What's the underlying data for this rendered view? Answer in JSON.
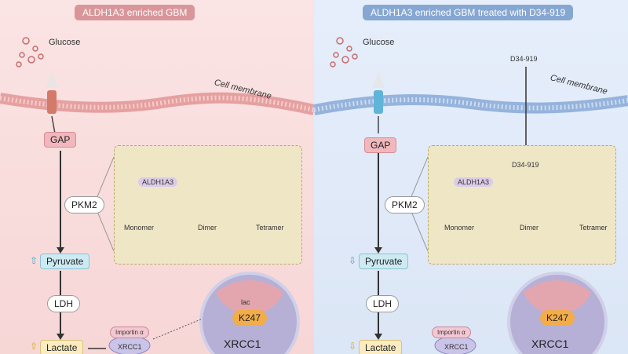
{
  "left": {
    "title": "ALDH1A3 enriched GBM",
    "glucose": "Glucose",
    "membrane": "Cell membrane",
    "gap": "GAP",
    "pkm2": "PKM2",
    "aldh1a3": "ALDH1A3",
    "monomer": "Monomer",
    "dimer": "Dimer",
    "tetramer": "Tetramer",
    "pyruvate": "Pyruvate",
    "ldh": "LDH",
    "lactate": "Lactate",
    "importin": "Importin α",
    "xrcc1_small": "XRCC1",
    "lac": "lac",
    "k247": "K247",
    "xrcc1": "XRCC1"
  },
  "right": {
    "title": "ALDH1A3 enriched GBM treated with D34-919",
    "glucose": "Glucose",
    "membrane": "Cell membrane",
    "drug_top": "D34-919",
    "drug_inner": "D34-919",
    "gap": "GAP",
    "pkm2": "PKM2",
    "aldh1a3": "ALDH1A3",
    "monomer": "Monomer",
    "dimer": "Dimer",
    "tetramer": "Tetramer",
    "pyruvate": "Pyruvate",
    "ldh": "LDH",
    "lactate": "Lactate",
    "importin": "Importin α",
    "xrcc1_small": "XRCC1",
    "k247": "K247",
    "xrcc1": "XRCC1"
  }
}
